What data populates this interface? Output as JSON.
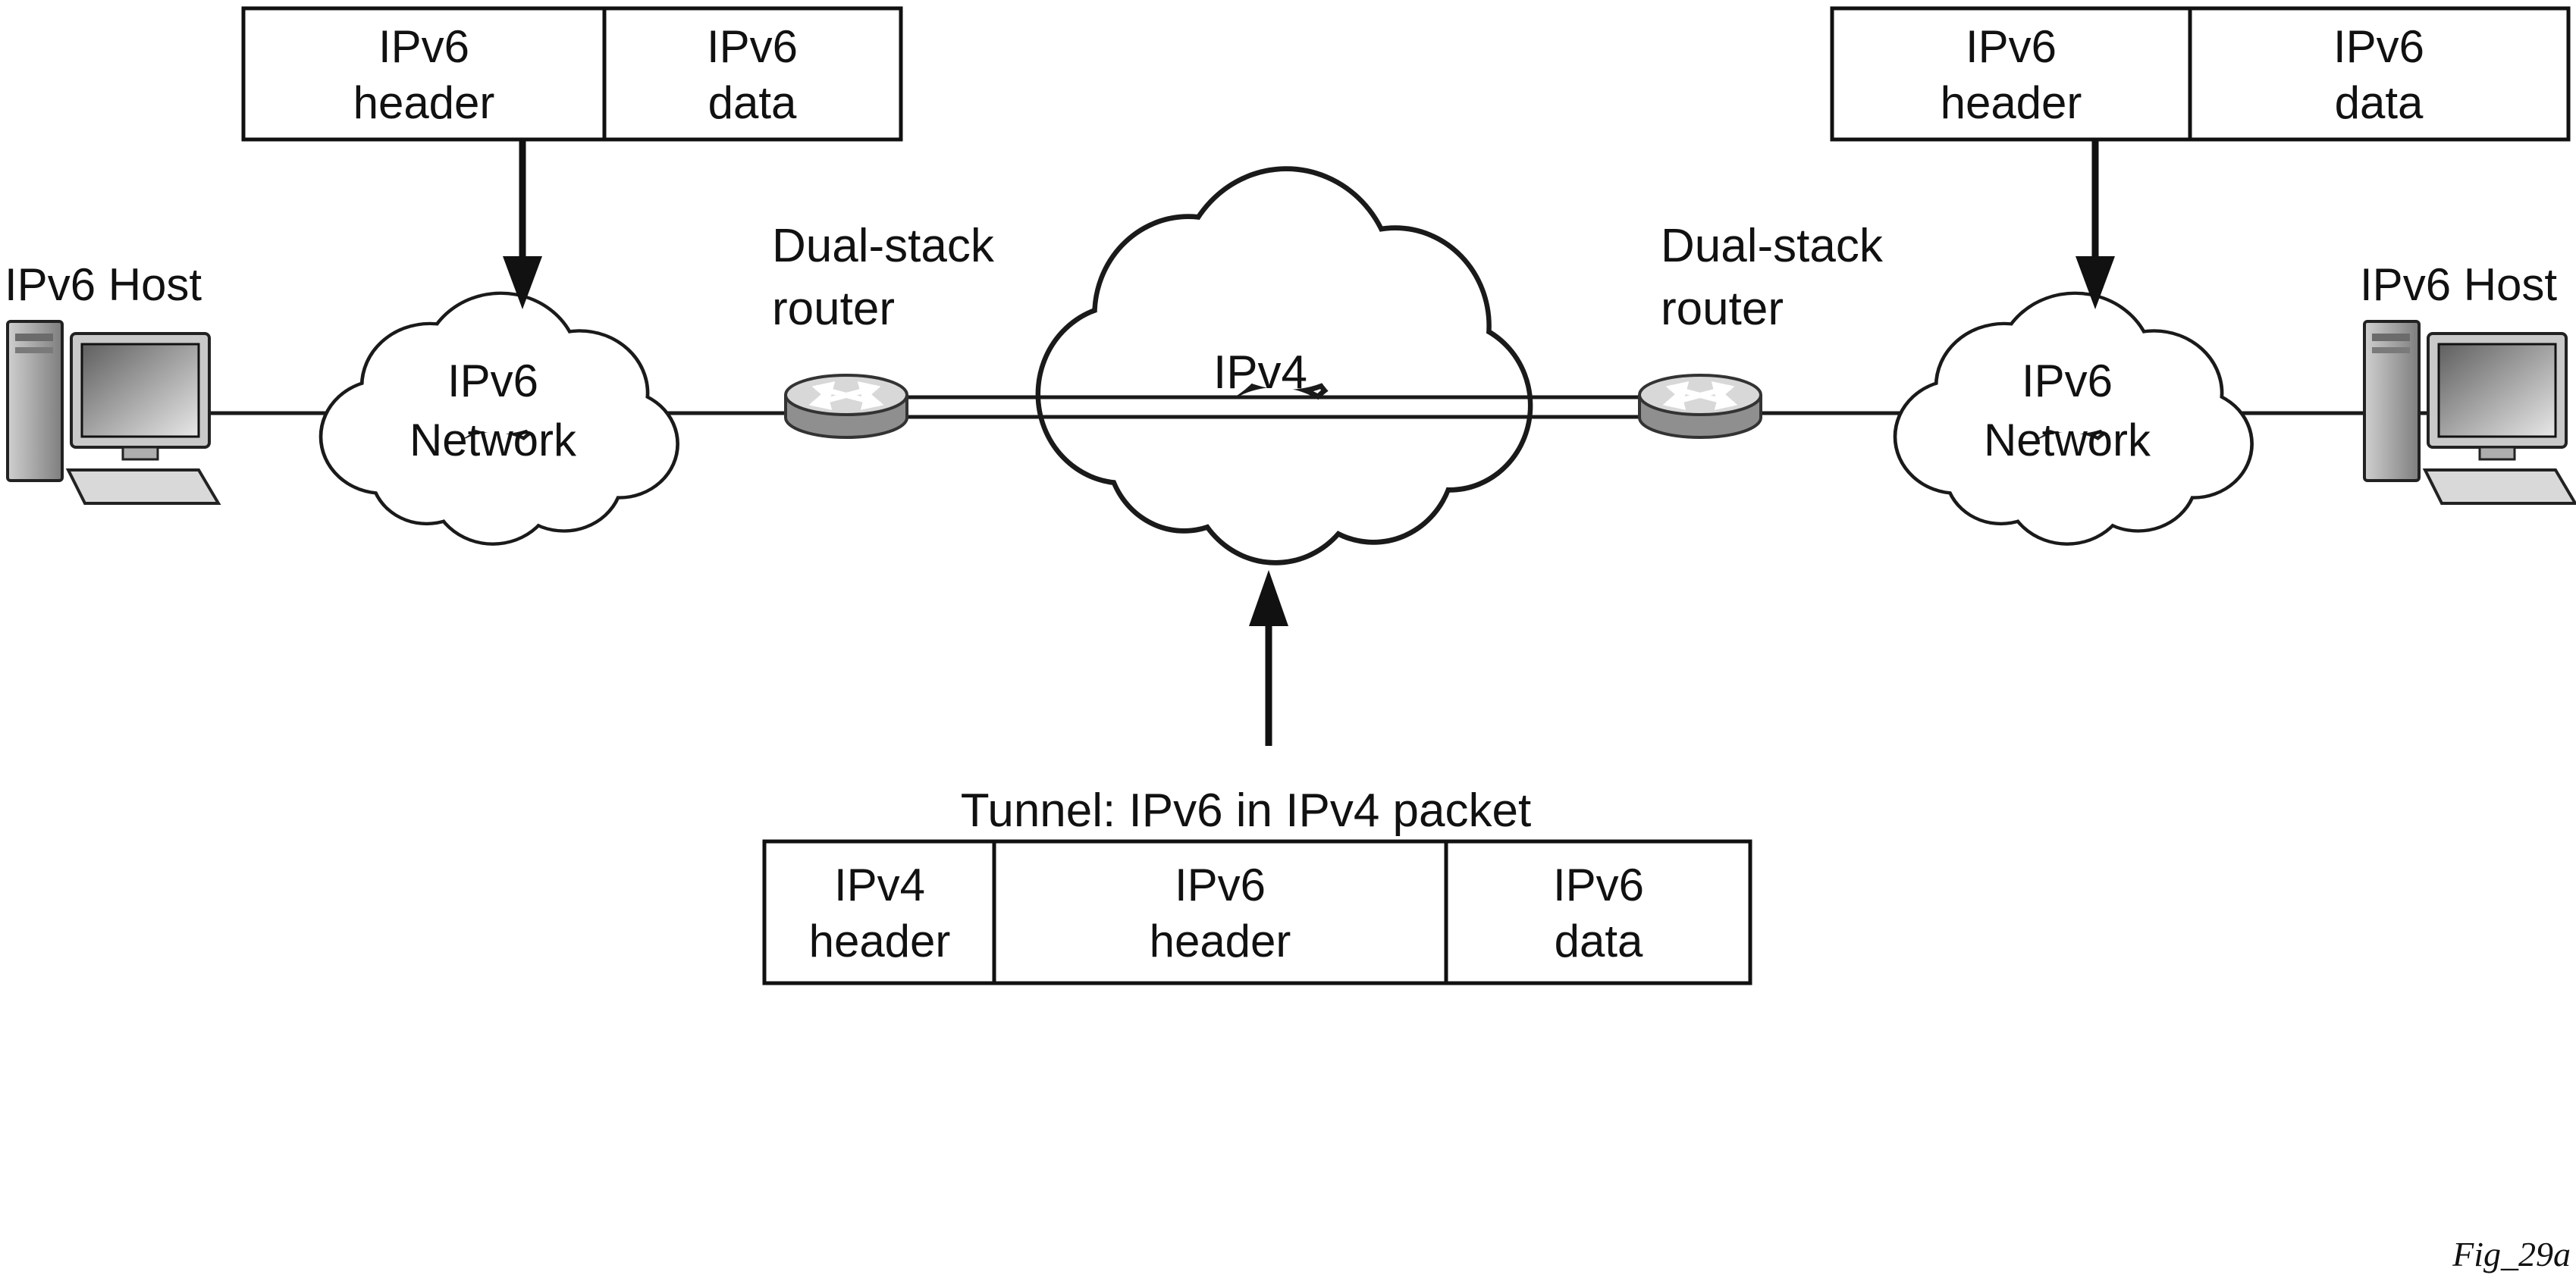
{
  "diagram": {
    "fig_label": "Fig_29a",
    "colors": {
      "outline": "#111111",
      "fill_white": "#ffffff",
      "router_gray": "#8f8f8f",
      "router_top_gray": "#d8d8d8"
    },
    "icons": {
      "host": "desktop-computer-icon",
      "router": "dual-stack-router-icon",
      "network": "cloud-icon"
    },
    "hosts": {
      "left": {
        "label": "IPv6 Host"
      },
      "right": {
        "label": "IPv6 Host"
      }
    },
    "networks": {
      "left": {
        "line1": "IPv6",
        "line2": "Network"
      },
      "center": {
        "label": "IPv4"
      },
      "right": {
        "line1": "IPv6",
        "line2": "Network"
      }
    },
    "routers": {
      "left": {
        "line1": "Dual-stack",
        "line2": "router"
      },
      "right": {
        "line1": "Dual-stack",
        "line2": "router"
      }
    },
    "packets": {
      "top_left": {
        "cells": [
          {
            "line1": "IPv6",
            "line2": "header"
          },
          {
            "line1": "IPv6",
            "line2": "data"
          }
        ]
      },
      "top_right": {
        "cells": [
          {
            "line1": "IPv6",
            "line2": "header"
          },
          {
            "line1": "IPv6",
            "line2": "data"
          }
        ]
      },
      "tunnel": {
        "title": "Tunnel: IPv6 in IPv4 packet",
        "cells": [
          {
            "line1": "IPv4",
            "line2": "header"
          },
          {
            "line1": "IPv6",
            "line2": "header"
          },
          {
            "line1": "IPv6",
            "line2": "data"
          }
        ]
      }
    }
  }
}
